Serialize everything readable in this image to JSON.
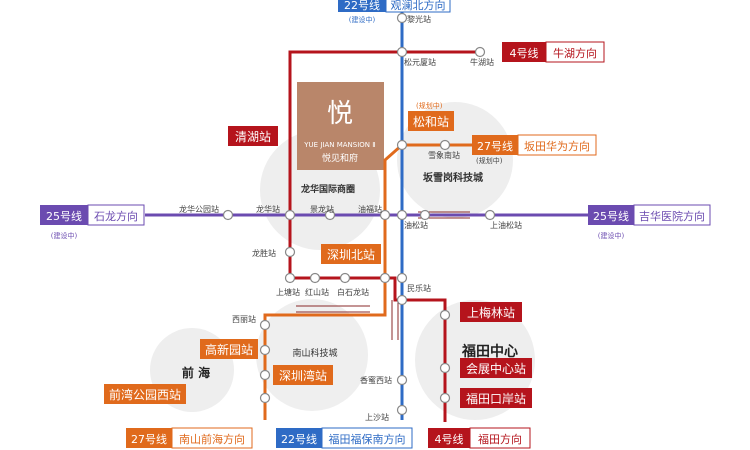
{
  "lines": {
    "line22": {
      "label": "22号线",
      "north": "观澜北方向",
      "north_note": "(建设中)",
      "south": "福田福保南方向",
      "color": "#2e6bc5"
    },
    "line4": {
      "label": "4号线",
      "north": "牛湖方向",
      "south": "福田方向",
      "color": "#b5141c"
    },
    "line27": {
      "label": "27号线",
      "east": "坂田华为方向",
      "east_note": "(规划中)",
      "south": "南山前海方向",
      "color": "#e06a1c"
    },
    "line25": {
      "label": "25号线",
      "west": "石龙方向",
      "west_note": "(建设中)",
      "east": "吉华医院方向",
      "east_note": "(建设中)",
      "color": "#6b4bb0"
    }
  },
  "project": {
    "name_en": "YUE JIAN MANSION Ⅱ",
    "name_cn": "悦见和府",
    "logo_glyph": "悦",
    "bg_color": "#b9866a"
  },
  "areas": {
    "longhua_cbd": "龙华国际商圈",
    "bantian": "坂雪岗科技城",
    "nanshan": "南山科技城",
    "qianhai": "前 海",
    "futian": "福田中心"
  },
  "stations_small": {
    "liguang": "黎光站",
    "songyuansha": "松元厦站",
    "niuhu": "牛湖站",
    "xuexiangnan": "雪象南站",
    "xuexiangnan_note": "(规划中)",
    "songhe_note": "(规划中)",
    "longhua_park": "龙华公园站",
    "longhua": "龙华站",
    "jinglong": "景龙站",
    "youfu": "油福站",
    "yousong": "油松站",
    "shangyousong": "上油松站",
    "longsheng": "龙胜站",
    "shangtang": "上塘站",
    "hongshan": "红山站",
    "baishilong": "白石龙站",
    "minle": "民乐站",
    "xili": "西丽站",
    "xiangmixi": "香蜜西站",
    "shangsha": "上沙站"
  },
  "stations_tag": {
    "qinghu": "清湖站",
    "songhe": "松和站",
    "shenzhen_north": "深圳北站",
    "gaoxinyuan": "高新园站",
    "shenzhen_bay": "深圳湾站",
    "qianwan_park_west": "前湾公园西站",
    "shangmeilin": "上梅林站",
    "convention": "会展中心站",
    "futian_port": "福田口岸站"
  }
}
